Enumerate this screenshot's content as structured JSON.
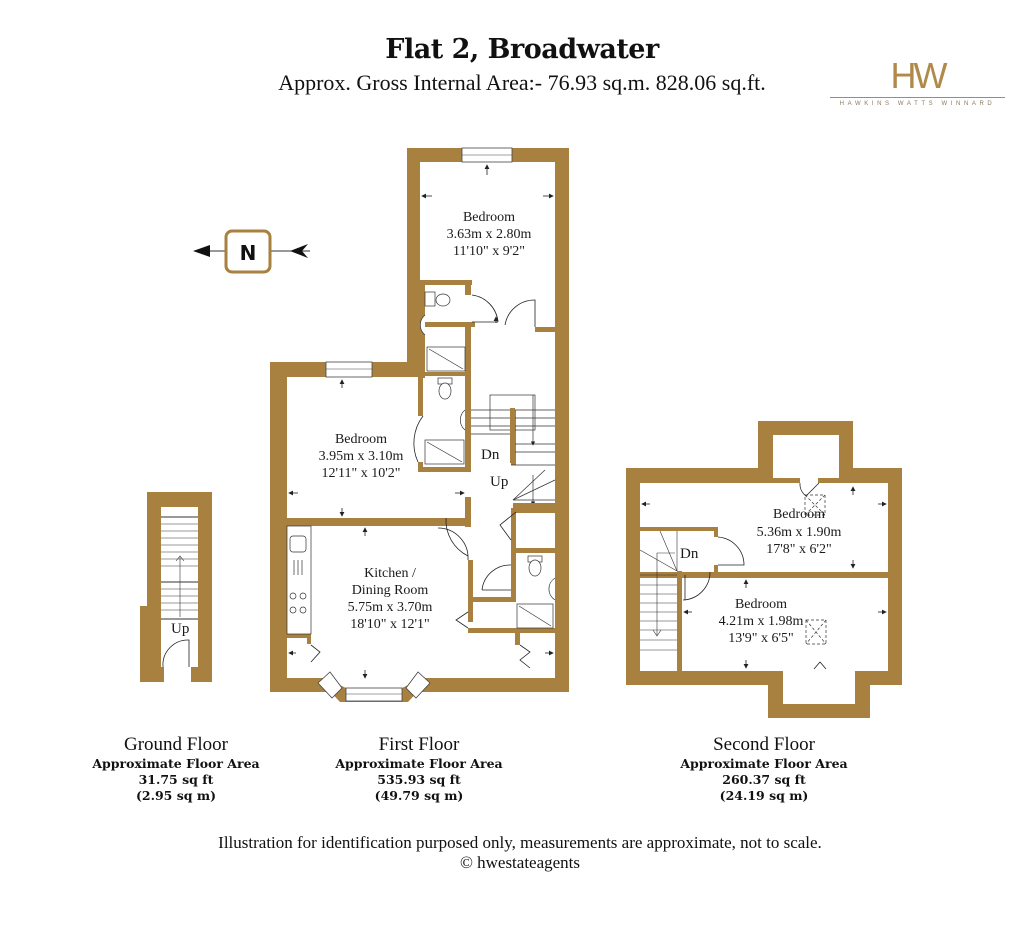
{
  "header": {
    "title": "Flat 2, Broadwater",
    "subtitle": "Approx. Gross Internal Area:- 76.93 sq.m. 828.06 sq.ft."
  },
  "logo": {
    "mark": "HW",
    "name": "HAWKINS WATTS WINNARD"
  },
  "compass": {
    "letter": "N",
    "icon": "north-arrow-icon"
  },
  "colors": {
    "wall": "#a8803f",
    "logo": "#b08a4a",
    "background": "#ffffff"
  },
  "rooms": {
    "first_floor": {
      "bedroom_top": {
        "name": "Bedroom",
        "metric": "3.63m x 2.80m",
        "imperial": "11'10\" x 9'2\""
      },
      "bedroom_left": {
        "name": "Bedroom",
        "metric": "3.95m x 3.10m",
        "imperial": "12'11\" x 10'2\""
      },
      "kitchen": {
        "name_line1": "Kitchen /",
        "name_line2": "Dining Room",
        "metric": "5.75m x 3.70m",
        "imperial": "18'10\" x 12'1\""
      },
      "stairs_down": "Dn",
      "stairs_up": "Up"
    },
    "second_floor": {
      "bedroom_upper": {
        "name": "Bedroom",
        "metric": "5.36m x 1.90m",
        "imperial": "17'8\" x 6'2\""
      },
      "bedroom_lower": {
        "name": "Bedroom",
        "metric": "4.21m x 1.98m",
        "imperial": "13'9\" x 6'5\""
      },
      "stairs_down": "Dn"
    },
    "ground_floor": {
      "stairs_up": "Up"
    }
  },
  "floors": [
    {
      "name": "Ground Floor",
      "area_label": "Approximate Floor Area",
      "sq_ft": "31.75 sq ft",
      "sq_m": "(2.95 sq m)"
    },
    {
      "name": "First Floor",
      "area_label": "Approximate Floor Area",
      "sq_ft": "535.93 sq ft",
      "sq_m": "(49.79 sq m)"
    },
    {
      "name": "Second Floor",
      "area_label": "Approximate Floor Area",
      "sq_ft": "260.37 sq ft",
      "sq_m": "(24.19 sq m)"
    }
  ],
  "footer": {
    "disclaimer": "Illustration for identification purposed only, measurements are approximate, not to scale.",
    "copyright": "© hwestateagents"
  }
}
